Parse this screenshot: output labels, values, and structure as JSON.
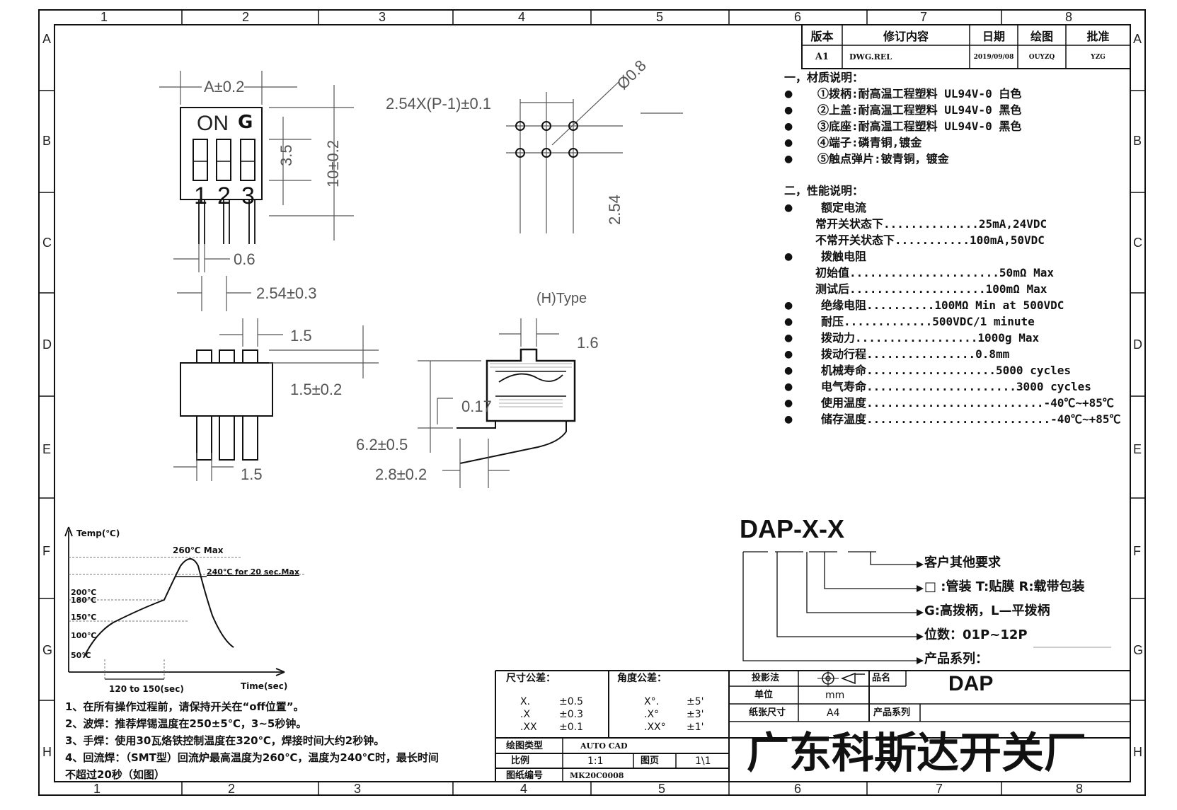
{
  "border": {
    "columns": [
      "1",
      "2",
      "3",
      "4",
      "5",
      "6",
      "7",
      "8"
    ],
    "rows": [
      "A",
      "B",
      "C",
      "D",
      "E",
      "F",
      "G",
      "H"
    ]
  },
  "revision": {
    "headers": [
      "版本",
      "修订内容",
      "日期",
      "绘图",
      "批准"
    ],
    "row": [
      "A1",
      "DWG.REL",
      "2019/09/08",
      "OUYZQ",
      "YZG"
    ]
  },
  "material": {
    "heading": "一，材质说明：",
    "items": [
      "①拨柄:耐高温工程塑料 UL94V-0 白色",
      "②上盖:耐高温工程塑料 UL94V-0 黑色",
      "③底座:耐高温工程塑料 UL94V-0 黑色",
      "④端子:磷青铜,镀金",
      "⑤触点弹片:铍青铜，镀金"
    ]
  },
  "performance": {
    "heading": "二，性能说明：",
    "rated_current": "额定电流",
    "rated_lines": [
      "常开关状态下..............25mA,24VDC",
      "不常开关状态下...........100mA,50VDC"
    ],
    "contact_res": "拨触电阻",
    "contact_lines": [
      "初始值......................50mΩ  Max",
      "测试后....................100mΩ  Max"
    ],
    "items": [
      "绝缘电阻..........100MΩ  Min at 500VDC",
      "耐压.............500VDC/1 minute",
      "拨动力..................1000g Max",
      "拨动行程................0.8mm",
      "机械寿命...................5000 cycles",
      "电气寿命......................3000 cycles",
      "使用温度..........................-40℃~+85℃",
      "储存温度...........................-40℃~+85℃"
    ]
  },
  "drawing": {
    "on_label": "ON",
    "switch_numbers": [
      "1",
      "2",
      "3"
    ],
    "dim_a": "A±0.2",
    "dim_35": "3.5",
    "dim_10": "10±0.2",
    "dim_06": "0.6",
    "dim_254_03": "2.54±0.3",
    "dim_pitch": "2.54X(P-1)±0.1",
    "dim_phi": "Ø0.8",
    "dim_254": "2.54",
    "h_type": "(H)Type",
    "dim_15a": "1.5",
    "dim_15_02": "1.5±0.2",
    "dim_15b": "1.5",
    "dim_16": "1.6",
    "dim_017": "0.17",
    "dim_62": "6.2±0.5",
    "dim_28": "2.8±0.2"
  },
  "reflow": {
    "y_label": "Temp(℃)",
    "x_label": "Time(sec)",
    "peak": "260℃ Max",
    "hold": "240℃ for 20 sec.Max",
    "temps": [
      "200℃",
      "180℃",
      "150℃",
      "100℃",
      "50℃"
    ],
    "duration": "120 to 150(sec)"
  },
  "notes": [
    "1、在所有操作过程前，请保持开关在“off位置”。",
    "2、波焊：推荐焊锡温度在250±5℃，3~5秒钟。",
    "3、手焊：使用30瓦烙铁控制温度在320℃，焊接时间大约2秒钟。",
    "4、回流焊：（SMT型）回流炉最高温度为260℃，温度为240℃时，最长时间",
    "不超过20秒（如图）"
  ],
  "part_code": {
    "code": "DAP-X-X",
    "lines": [
      "客户其他要求",
      "□ :管装  T:贴膜   R:载带包装",
      "G:高拨柄，L—平拨柄",
      "位数：01P~12P",
      "产品系列："
    ]
  },
  "title_block": {
    "dim_tol_label": "尺寸公差：",
    "dim_tol": [
      [
        "X.",
        "±0.5"
      ],
      [
        ".X",
        "±0.3"
      ],
      [
        ".XX",
        "±0.1"
      ]
    ],
    "ang_tol_label": "角度公差：",
    "ang_tol": [
      [
        "X°.",
        "±5'"
      ],
      [
        ".X°",
        "±3'"
      ],
      [
        ".XX°",
        "±1'"
      ]
    ],
    "projection_label": "投影法",
    "unit_label": "单位",
    "unit": "mm",
    "paper_label": "纸张尺寸",
    "paper": "A4",
    "product_name_label": "品名",
    "product_name": "DAP",
    "series_label": "产品系列",
    "drawing_type_label": "绘图类型",
    "drawing_type": "AUTO CAD",
    "scale_label": "比例",
    "scale": "1:1",
    "page_label": "图页",
    "page": "1\\1",
    "drawing_no_label": "图纸编号",
    "drawing_no": "MK20C0008",
    "company": "广东科斯达开关厂"
  }
}
